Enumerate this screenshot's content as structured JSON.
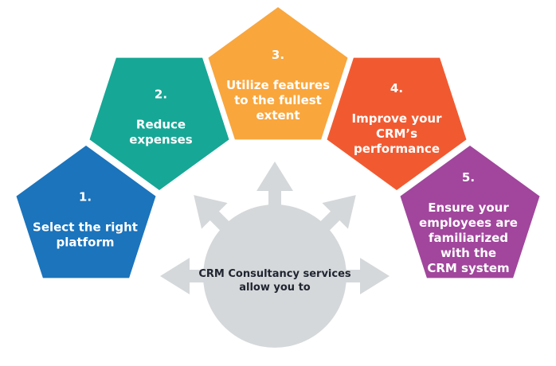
{
  "diagram": {
    "center": {
      "text": "CRM Consultancy services\nallow you to",
      "circle_color": "#d5d8da",
      "arrow_color": "#d5d8da",
      "text_color": "#202531"
    },
    "steps": [
      {
        "number": "1.",
        "label": "Select the right\nplatform",
        "color": "#1b74bc"
      },
      {
        "number": "2.",
        "label": "Reduce\nexpenses",
        "color": "#17a796"
      },
      {
        "number": "3.",
        "label": "Utilize features\nto the fullest\nextent",
        "color": "#f9a63d"
      },
      {
        "number": "4.",
        "label": "Improve your\nCRM’s\nperformance",
        "color": "#f15a31"
      },
      {
        "number": "5.",
        "label": "Ensure your\nemployees are\nfamiliarized\nwith the\nCRM system",
        "color": "#a1469c"
      }
    ]
  }
}
